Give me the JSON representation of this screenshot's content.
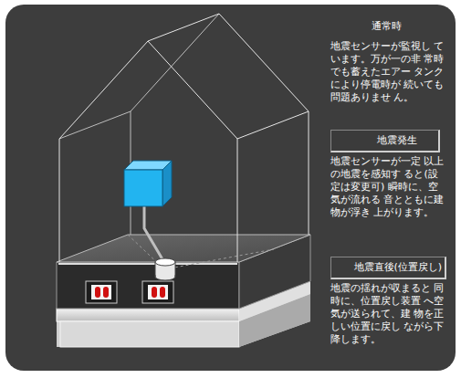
{
  "diagram": {
    "nodes": [
      {
        "text": [
          "地震発生"
        ]
      },
      {
        "text": [
          "地震直後(位置戻し)"
        ]
      }
    ],
    "labels": [
      "通常時",
      "地震センサーが監視し ています。万が一の非 常時でも蓄えたエアー タンクにより停電時が 続いても問題ありませ ん。",
      "地震センサーが一定 以上の地震を感知す ると(設定は変更可) 瞬時に、空気が流れる 音とともに建物が浮き 上がります。",
      "地震の揺れが収まると 同時に、位置戻し装置 へ空気が送られて、建 物を正しい位置に戻し ながら下降します。"
    ]
  }
}
